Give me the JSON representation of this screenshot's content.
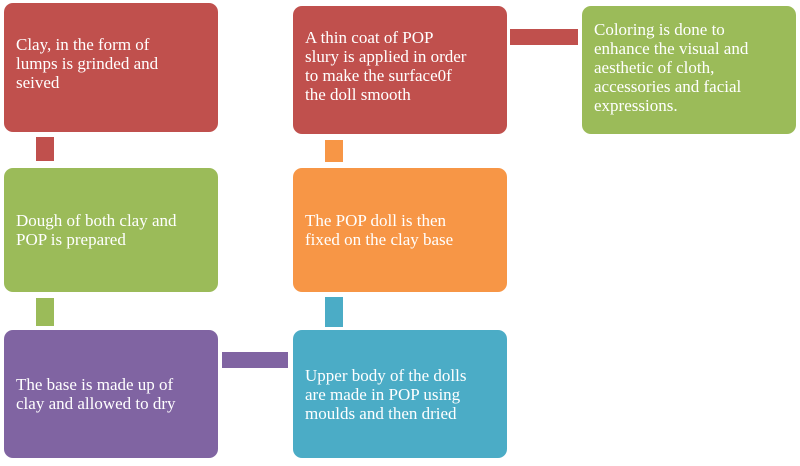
{
  "colors": {
    "red": "#c0504d",
    "green": "#9bbb59",
    "purple": "#8064a2",
    "orange": "#f79646",
    "blue": "#4bacc6"
  },
  "steps": [
    {
      "id": "step-1",
      "color": "red",
      "text": "Clay, in the form of\nlumps is grinded and\nseived"
    },
    {
      "id": "step-2",
      "color": "green",
      "text": "Dough of both clay and\nPOP is prepared"
    },
    {
      "id": "step-3",
      "color": "purple",
      "text": "The base is made up of\nclay and allowed to dry"
    },
    {
      "id": "step-4",
      "color": "blue",
      "text": "Upper body of the dolls\nare made in POP using\nmoulds  and then dried"
    },
    {
      "id": "step-5",
      "color": "orange",
      "text": "The POP doll is then\nfixed on the clay base"
    },
    {
      "id": "step-6",
      "color": "red",
      "text": "A thin coat of POP\nslury is applied in order\nto make the surface0f\nthe doll smooth"
    },
    {
      "id": "step-7",
      "color": "green",
      "text": "Coloring  is done to\nenhance the visual  and\naesthetic of cloth,\naccessories and facial\nexpressions."
    }
  ]
}
